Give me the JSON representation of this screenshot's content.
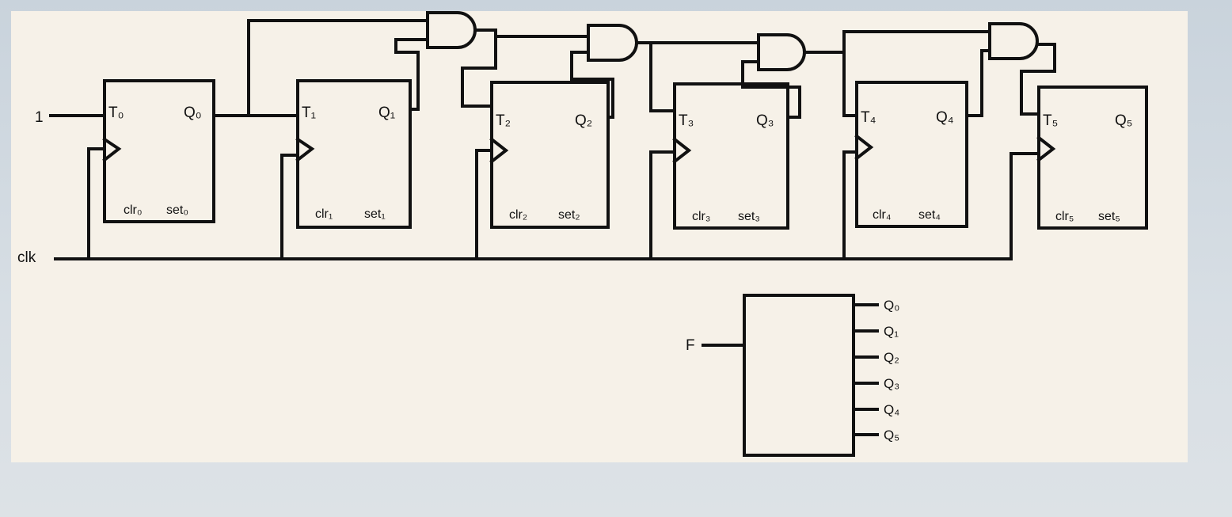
{
  "diagram": {
    "input_one": "1",
    "clk": "clk",
    "flipflops": [
      {
        "t": "T₀",
        "q": "Q₀",
        "clr": "clr₀",
        "set": "set₀"
      },
      {
        "t": "T₁",
        "q": "Q₁",
        "clr": "clr₁",
        "set": "set₁"
      },
      {
        "t": "T₂",
        "q": "Q₂",
        "clr": "clr₂",
        "set": "set₂"
      },
      {
        "t": "T₃",
        "q": "Q₃",
        "clr": "clr₃",
        "set": "set₃"
      },
      {
        "t": "T₄",
        "q": "Q₄",
        "clr": "clr₄",
        "set": "set₄"
      },
      {
        "t": "T₅",
        "q": "Q₅",
        "clr": "clr₅",
        "set": "set₅"
      }
    ],
    "block": {
      "input": "F",
      "outputs": [
        "Q₀",
        "Q₁",
        "Q₂",
        "Q₃",
        "Q₄",
        "Q₅"
      ]
    }
  },
  "colors": {
    "paper": "#f6f1e8",
    "ink": "#111111",
    "backdrop": "#cfd8df"
  }
}
